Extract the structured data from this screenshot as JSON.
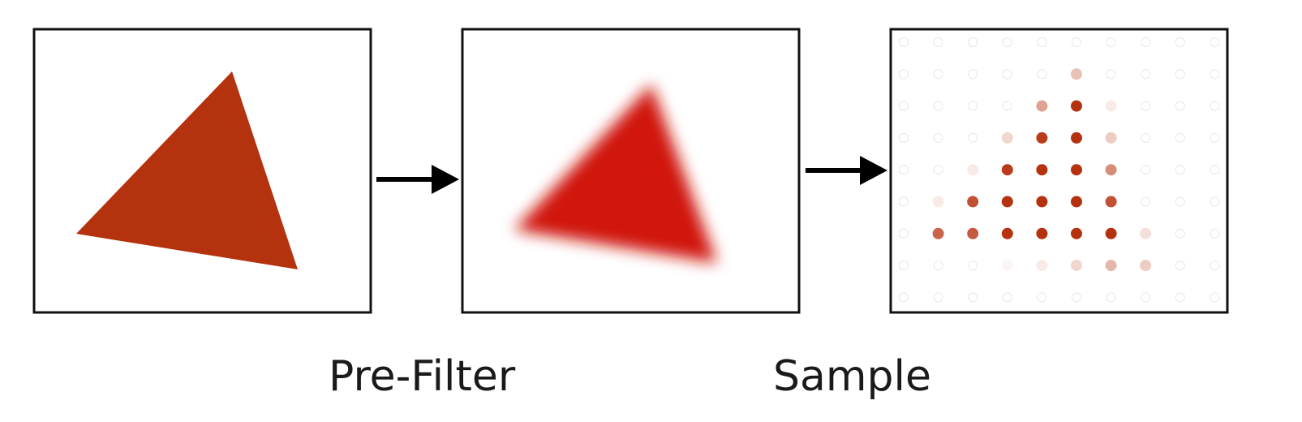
{
  "colors": {
    "original_fill": "#b5320e",
    "blurred_fill": "#d0140a",
    "sample_dot": "#b5320e",
    "frame": "#111111",
    "arrow": "#000000"
  },
  "panels": [
    {
      "name": "original",
      "content": "triangle"
    },
    {
      "name": "prefiltered",
      "content": "blurred-triangle"
    },
    {
      "name": "sampled",
      "content": "sample-grid"
    }
  ],
  "captions": {
    "prefilter": "Pre-Filter",
    "sample": "Sample"
  },
  "sample_grid": {
    "rows": 9,
    "cols": 10,
    "intensity": [
      [
        0,
        0,
        0,
        0,
        0,
        0,
        0,
        0,
        0,
        0
      ],
      [
        0,
        0,
        0,
        0,
        0,
        0.3,
        0,
        0,
        0,
        0
      ],
      [
        0,
        0,
        0,
        0,
        0.45,
        1,
        0.1,
        0,
        0,
        0
      ],
      [
        0,
        0,
        0,
        0.2,
        0.95,
        1,
        0.25,
        0,
        0,
        0
      ],
      [
        0,
        0,
        0.1,
        0.95,
        1,
        1,
        0.55,
        0,
        0,
        0
      ],
      [
        0,
        0.1,
        0.85,
        1,
        1,
        1,
        0.85,
        0,
        0,
        0
      ],
      [
        0,
        0.75,
        0.8,
        1,
        1,
        1,
        1,
        0.15,
        0,
        0
      ],
      [
        0,
        0,
        0,
        0.05,
        0.1,
        0.2,
        0.35,
        0.25,
        0,
        0
      ],
      [
        0,
        0,
        0,
        0,
        0,
        0,
        0,
        0,
        0,
        0
      ]
    ]
  }
}
